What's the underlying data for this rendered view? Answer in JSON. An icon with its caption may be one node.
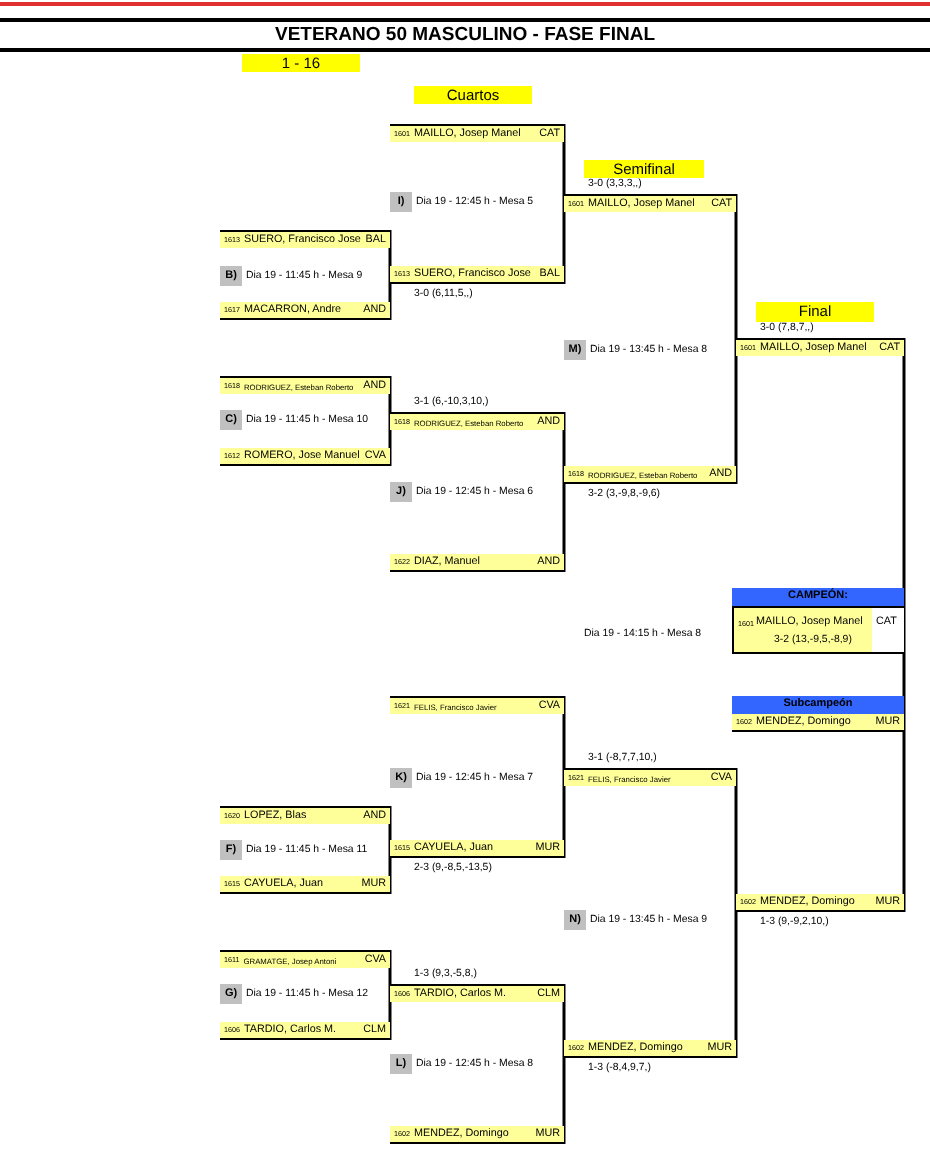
{
  "diagram": {
    "title": "VETERANO 50 MASCULINO - FASE FINAL",
    "nodes": [
      {
        "text": [
          "1 - 16"
        ]
      },
      {
        "text": [
          "Cuartos"
        ]
      },
      {
        "text": [
          "Semifinal"
        ]
      },
      {
        "text": [
          "Final"
        ]
      },
      {
        "text": [
          "1613",
          "SUERO, Francisco Jose",
          "BAL"
        ]
      },
      {
        "text": [
          "B)"
        ],
        "beside": [
          "Dia 19 - 11:45 h - Mesa 9"
        ]
      },
      {
        "text": [
          "1617",
          "MACARRON, Andre",
          "AND"
        ]
      },
      {
        "text": [
          "1618",
          "RODRIGUEZ, Esteban Roberto",
          "AND"
        ]
      },
      {
        "text": [
          "C)"
        ],
        "beside": [
          "Dia 19 - 11:45 h - Mesa 10"
        ]
      },
      {
        "text": [
          "1612",
          "ROMERO, Jose Manuel",
          "CVA"
        ]
      },
      {
        "text": [
          "1620",
          "LOPEZ, Blas",
          "AND"
        ]
      },
      {
        "text": [
          "F)"
        ],
        "beside": [
          "Dia 19 - 11:45 h - Mesa 11"
        ]
      },
      {
        "text": [
          "1615",
          "CAYUELA, Juan",
          "MUR"
        ]
      },
      {
        "text": [
          "1611",
          "GRAMATGE, Josep Antoni",
          "CVA"
        ]
      },
      {
        "text": [
          "G)"
        ],
        "beside": [
          "Dia 19 - 11:45 h - Mesa 12"
        ]
      },
      {
        "text": [
          "1606",
          "TARDIO, Carlos M.",
          "CLM"
        ]
      },
      {
        "text": [
          "1601",
          "MAILLO, Josep Manel",
          "CAT"
        ]
      },
      {
        "text": [
          "I)"
        ],
        "beside": [
          "Dia 19 - 12:45 h - Mesa 5"
        ]
      },
      {
        "text": [
          "1613",
          "SUERO, Francisco Jose",
          "BAL"
        ],
        "beside": [
          "3-0 (6,11,5,,)"
        ]
      },
      {
        "text": [
          "1618",
          "RODRIGUEZ, Esteban Roberto",
          "AND"
        ],
        "beside": [
          "3-1 (6,-10,3,10,)"
        ]
      },
      {
        "text": [
          "J)"
        ],
        "beside": [
          "Dia 19 - 12:45 h - Mesa 6"
        ]
      },
      {
        "text": [
          "1622",
          "DIAZ, Manuel",
          "AND"
        ]
      },
      {
        "text": [
          "1621",
          "FELIS, Francisco Javier",
          "CVA"
        ]
      },
      {
        "text": [
          "K)"
        ],
        "beside": [
          "Dia 19 - 12:45 h - Mesa 7"
        ]
      },
      {
        "text": [
          "1615",
          "CAYUELA, Juan",
          "MUR"
        ],
        "beside": [
          "2-3 (9,-8,5,-13,5)"
        ]
      },
      {
        "text": [
          "1606",
          "TARDIO, Carlos M.",
          "CLM"
        ],
        "beside": [
          "1-3 (9,3,-5,8,)"
        ]
      },
      {
        "text": [
          "L)"
        ],
        "beside": [
          "Dia 19 - 12:45 h - Mesa 8"
        ]
      },
      {
        "text": [
          "1602",
          "MENDEZ, Domingo",
          "MUR"
        ]
      },
      {
        "text": [
          "1601",
          "MAILLO, Josep Manel",
          "CAT"
        ],
        "beside": [
          "3-0 (3,3,3,,)"
        ]
      },
      {
        "text": [
          "M)"
        ],
        "beside": [
          "Dia 19 - 13:45 h - Mesa 8"
        ]
      },
      {
        "text": [
          "1618",
          "RODRIGUEZ, Esteban Roberto",
          "AND"
        ],
        "beside": [
          "3-2 (3,-9,8,-9,6)"
        ]
      },
      {
        "text": [
          "1621",
          "FELIS, Francisco Javier",
          "CVA"
        ],
        "beside": [
          "3-1 (-8,7,7,10,)"
        ]
      },
      {
        "text": [
          "N)"
        ],
        "beside": [
          "Dia 19 - 13:45 h - Mesa 9"
        ]
      },
      {
        "text": [
          "1602",
          "MENDEZ, Domingo",
          "MUR"
        ],
        "beside": [
          "1-3 (-8,4,9,7,)"
        ]
      },
      {
        "text": [
          "1601",
          "MAILLO, Josep Manel",
          "CAT"
        ],
        "beside": [
          "3-0 (7,8,7,,)"
        ]
      },
      {
        "text": [
          "1602",
          "MENDEZ, Domingo",
          "MUR"
        ],
        "beside": [
          "1-3 (9,-9,2,10,)"
        ]
      },
      {
        "text": [
          "CAMPEÓN:"
        ]
      },
      {
        "text": [
          "1601",
          "MAILLO, Josep Manel",
          "CAT",
          "3-2 (13,-9,5,-8,9)"
        ]
      },
      {
        "text": [
          "Subcampeón"
        ]
      },
      {
        "text": [
          "1602",
          "MENDEZ, Domingo",
          "MUR"
        ]
      }
    ],
    "edges": [
      {
        "from": 4,
        "to": 18,
        "arrow": "none"
      },
      {
        "from": 6,
        "to": 18,
        "arrow": "none"
      },
      {
        "from": 7,
        "to": 19,
        "arrow": "none"
      },
      {
        "from": 9,
        "to": 19,
        "arrow": "none"
      },
      {
        "from": 10,
        "to": 24,
        "arrow": "none"
      },
      {
        "from": 12,
        "to": 24,
        "arrow": "none"
      },
      {
        "from": 13,
        "to": 25,
        "arrow": "none"
      },
      {
        "from": 15,
        "to": 25,
        "arrow": "none"
      },
      {
        "from": 16,
        "to": 28,
        "arrow": "none"
      },
      {
        "from": 18,
        "to": 28,
        "arrow": "none"
      },
      {
        "from": 19,
        "to": 30,
        "arrow": "none"
      },
      {
        "from": 21,
        "to": 30,
        "arrow": "none"
      },
      {
        "from": 22,
        "to": 31,
        "arrow": "none"
      },
      {
        "from": 24,
        "to": 31,
        "arrow": "none"
      },
      {
        "from": 25,
        "to": 33,
        "arrow": "none"
      },
      {
        "from": 27,
        "to": 33,
        "arrow": "none"
      },
      {
        "from": 28,
        "to": 34,
        "arrow": "none"
      },
      {
        "from": 30,
        "to": 34,
        "arrow": "none"
      },
      {
        "from": 31,
        "to": 35,
        "arrow": "none"
      },
      {
        "from": 33,
        "to": 35,
        "arrow": "none"
      },
      {
        "from": 34,
        "to": 37,
        "arrow": "none"
      },
      {
        "from": 35,
        "to": 37,
        "arrow": "none"
      }
    ],
    "labels": [
      "Dia 19 - 14:15 h - Mesa 8"
    ]
  }
}
